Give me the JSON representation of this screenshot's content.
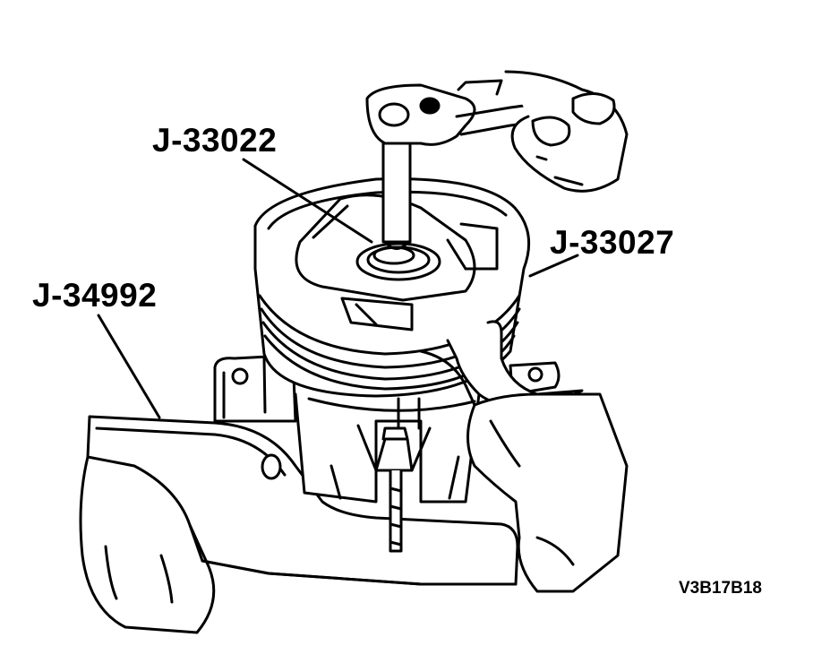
{
  "labels": {
    "tool_holder": "J-33022",
    "tool_spanner": "J-33027",
    "tool_fixture": "J-34992"
  },
  "figure_code": "V3B17B18",
  "colors": {
    "ink": "#000000",
    "paper": "#ffffff"
  }
}
